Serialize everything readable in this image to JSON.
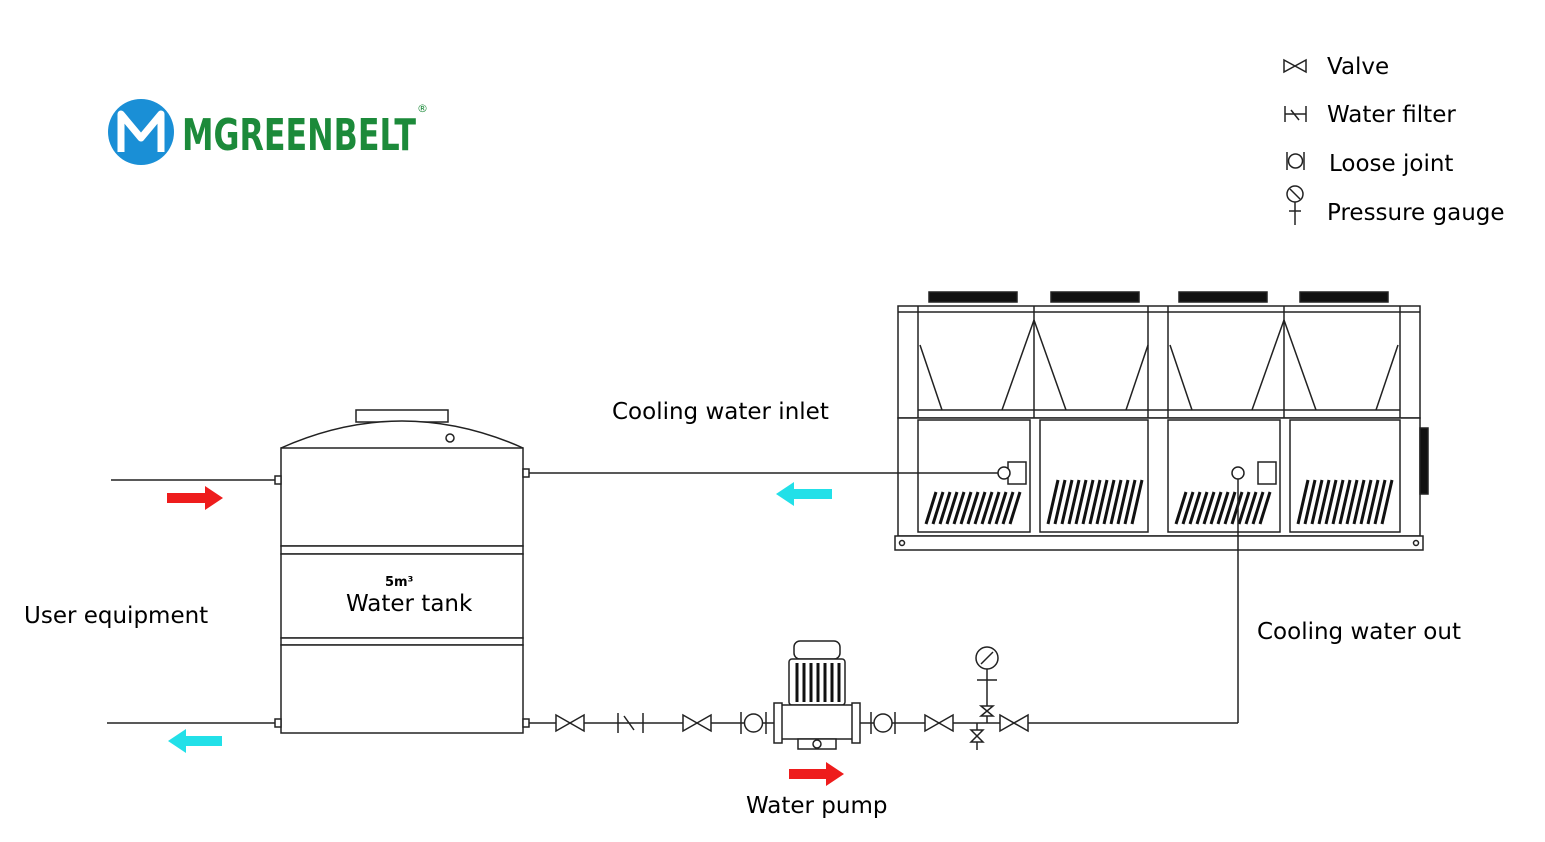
{
  "logo": {
    "brand": "MGREENBELT",
    "mark_letter": "M",
    "registered": "®",
    "colors": {
      "circle": "#1a8fd6",
      "text": "#1c8a3a"
    }
  },
  "legend": {
    "items": [
      {
        "icon": "valve-icon",
        "label": "Valve"
      },
      {
        "icon": "water-filter-icon",
        "label": "Water filter"
      },
      {
        "icon": "loose-joint-icon",
        "label": "Loose joint"
      },
      {
        "icon": "pressure-gauge-icon",
        "label": "Pressure gauge"
      }
    ]
  },
  "labels": {
    "cooling_water_inlet": "Cooling water inlet",
    "cooling_water_out": "Cooling water out",
    "user_equipment": "User equipment",
    "water_tank": "Water tank",
    "tank_volume": "5m³",
    "water_pump": "Water pump"
  },
  "colors": {
    "hot_arrow": "#ee1c1c",
    "cold_arrow": "#22e0e8",
    "line": "#222222"
  }
}
